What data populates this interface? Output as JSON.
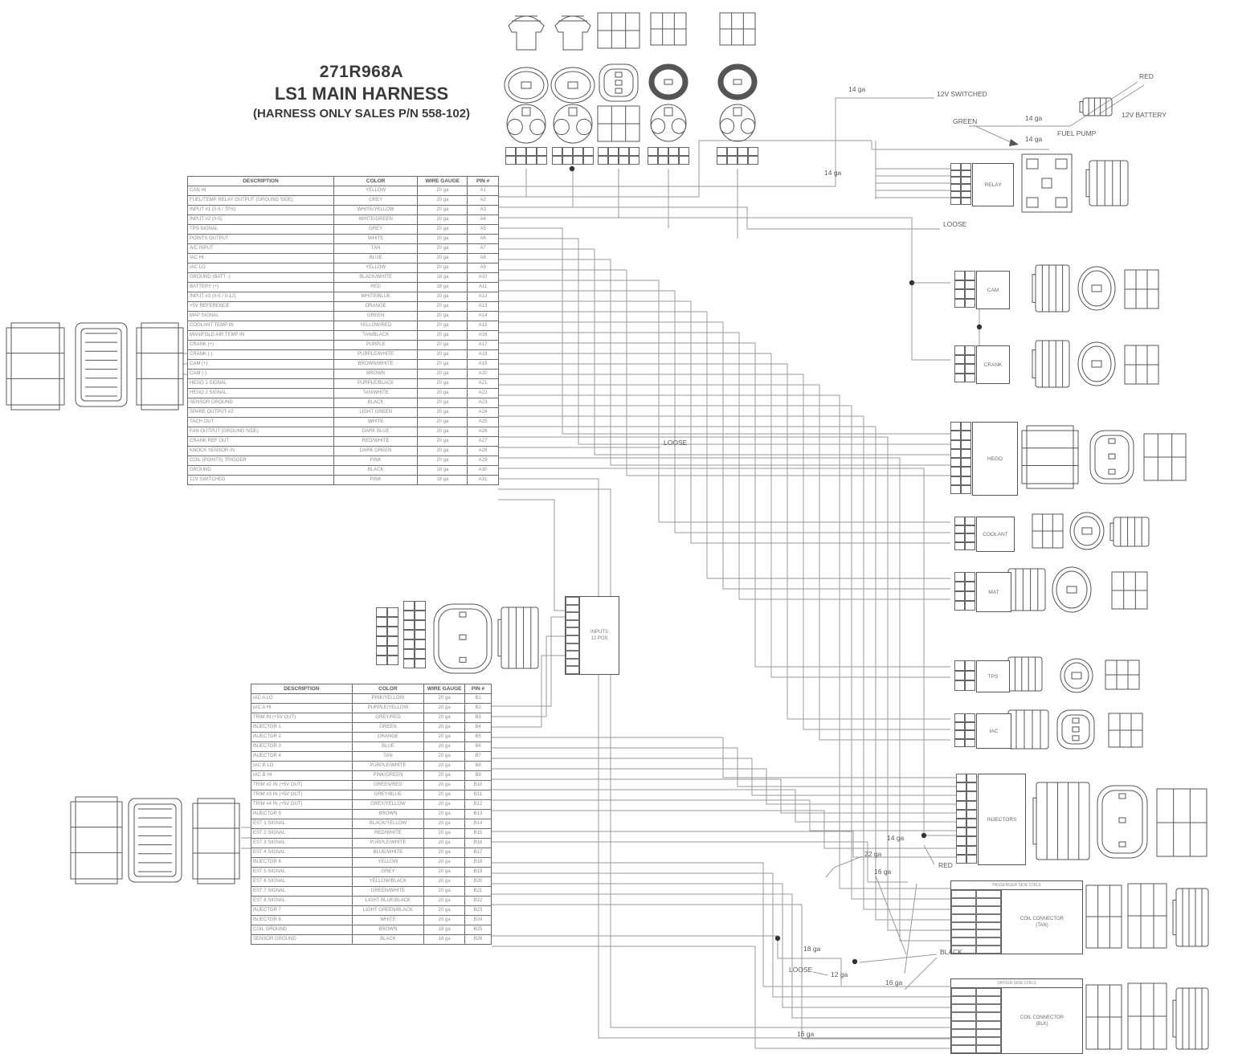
{
  "title": {
    "line1": "271R968A",
    "line2": "LS1 MAIN HARNESS",
    "line3": "(HARNESS ONLY SALES P/N 558-102)"
  },
  "tables": {
    "upper": {
      "headers": [
        "DESCRIPTION",
        "COLOR",
        "WIRE GAUGE",
        "PIN #"
      ],
      "rows": [
        [
          "CAN HI",
          "YELLOW",
          "20 ga",
          "A1"
        ],
        [
          "FUEL/TEMP RELAY OUTPUT (GROUND SIDE)",
          "GREY",
          "20 ga",
          "A2"
        ],
        [
          "INPUT #1 (0-5 / TPS)",
          "WHITE/YELLOW",
          "20 ga",
          "A3"
        ],
        [
          "INPUT #2 (0-5)",
          "WHITE/GREEN",
          "20 ga",
          "A4"
        ],
        [
          "TPS SIGNAL",
          "GREY",
          "20 ga",
          "A5"
        ],
        [
          "POINTS OUTPUT",
          "WHITE",
          "20 ga",
          "A6"
        ],
        [
          "A/C INPUT",
          "TAN",
          "20 ga",
          "A7"
        ],
        [
          "IAC HI",
          "BLUE",
          "20 ga",
          "A8"
        ],
        [
          "IAC LO",
          "YELLOW",
          "20 ga",
          "A9"
        ],
        [
          "GROUND (BATT -)",
          "BLACK/WHITE",
          "18 ga",
          "A10"
        ],
        [
          "BATTERY (+)",
          "RED",
          "18 ga",
          "A11"
        ],
        [
          "INPUT #3 (0-5 / 0-12)",
          "WHITE/BLUE",
          "20 ga",
          "A12"
        ],
        [
          "+5V REFERENCE",
          "ORANGE",
          "20 ga",
          "A13"
        ],
        [
          "MAP SIGNAL",
          "GREEN",
          "20 ga",
          "A14"
        ],
        [
          "COOLANT TEMP IN",
          "YELLOW/RED",
          "20 ga",
          "A15"
        ],
        [
          "MANIFOLD AIR TEMP IN",
          "TAN/BLACK",
          "20 ga",
          "A16"
        ],
        [
          "CRANK (+)",
          "PURPLE",
          "20 ga",
          "A17"
        ],
        [
          "CRANK (-)",
          "PURPLE/WHITE",
          "20 ga",
          "A18"
        ],
        [
          "CAM (+)",
          "BROWN/WHITE",
          "20 ga",
          "A19"
        ],
        [
          "CAM (-)",
          "BROWN",
          "20 ga",
          "A20"
        ],
        [
          "HEGO 1 SIGNAL",
          "PURPLE/BLACK",
          "20 ga",
          "A21"
        ],
        [
          "HEGO 2 SIGNAL",
          "TAN/WHITE",
          "20 ga",
          "A22"
        ],
        [
          "SENSOR GROUND",
          "BLACK",
          "20 ga",
          "A23"
        ],
        [
          "SPARE OUTPUT #2",
          "LIGHT GREEN",
          "20 ga",
          "A24"
        ],
        [
          "TACH OUT",
          "WHITE",
          "20 ga",
          "A25"
        ],
        [
          "FAN OUTPUT (GROUND SIDE)",
          "DARK BLUE",
          "20 ga",
          "A26"
        ],
        [
          "CRANK REF OUT",
          "RED/WHITE",
          "20 ga",
          "A27"
        ],
        [
          "KNOCK SENSOR IN",
          "DARK GREEN",
          "20 ga",
          "A28"
        ],
        [
          "COIL (POINTS) TRIGGER",
          "PINK",
          "20 ga",
          "A29"
        ],
        [
          "GROUND",
          "BLACK",
          "18 ga",
          "A30"
        ],
        [
          "12V SWITCHED",
          "PINK",
          "18 ga",
          "A31"
        ]
      ]
    },
    "lower": {
      "headers": [
        "DESCRIPTION",
        "COLOR",
        "WIRE GAUGE",
        "PIN #"
      ],
      "rows": [
        [
          "IAC A LO",
          "PINK/YELLOW",
          "20 ga",
          "B1"
        ],
        [
          "IAC A HI",
          "PURPLE/YELLOW",
          "20 ga",
          "B2"
        ],
        [
          "TRIM IN (+5V OUT)",
          "GREY/RED",
          "20 ga",
          "B3"
        ],
        [
          "INJECTOR 1",
          "GREEN",
          "20 ga",
          "B4"
        ],
        [
          "INJECTOR 2",
          "ORANGE",
          "20 ga",
          "B5"
        ],
        [
          "INJECTOR 3",
          "BLUE",
          "20 ga",
          "B6"
        ],
        [
          "INJECTOR 4",
          "TAN",
          "20 ga",
          "B7"
        ],
        [
          "IAC B LO",
          "PURPLE/WHITE",
          "20 ga",
          "B8"
        ],
        [
          "IAC B HI",
          "PINK/GREEN",
          "20 ga",
          "B9"
        ],
        [
          "TRIM #2 IN (+5V OUT)",
          "GREEN/RED",
          "20 ga",
          "B10"
        ],
        [
          "TRIM #3 IN (+5V OUT)",
          "GREY/BLUE",
          "20 ga",
          "B11"
        ],
        [
          "TRIM #4 IN (+5V OUT)",
          "GREY/YELLOW",
          "20 ga",
          "B12"
        ],
        [
          "INJECTOR 5",
          "BROWN",
          "20 ga",
          "B13"
        ],
        [
          "EST 1 SIGNAL",
          "BLACK/YELLOW",
          "20 ga",
          "B14"
        ],
        [
          "EST 2 SIGNAL",
          "RED/WHITE",
          "20 ga",
          "B15"
        ],
        [
          "EST 3 SIGNAL",
          "PURPLE/WHITE",
          "20 ga",
          "B16"
        ],
        [
          "EST 4 SIGNAL",
          "BLUE/WHITE",
          "20 ga",
          "B17"
        ],
        [
          "INJECTOR 6",
          "YELLOW",
          "20 ga",
          "B18"
        ],
        [
          "EST 5 SIGNAL",
          "GREY",
          "20 ga",
          "B19"
        ],
        [
          "EST 6 SIGNAL",
          "YELLOW/BLACK",
          "20 ga",
          "B20"
        ],
        [
          "EST 7 SIGNAL",
          "GREEN/WHITE",
          "20 ga",
          "B21"
        ],
        [
          "EST 8 SIGNAL",
          "LIGHT BLUE/BLACK",
          "20 ga",
          "B22"
        ],
        [
          "INJECTOR 7",
          "LIGHT GREEN/BLACK",
          "20 ga",
          "B23"
        ],
        [
          "INJECTOR 8",
          "WHITE",
          "20 ga",
          "B24"
        ],
        [
          "COIL GROUND",
          "BROWN",
          "18 ga",
          "B25"
        ],
        [
          "SENSOR GROUND",
          "BLACK",
          "18 ga",
          "B26"
        ]
      ]
    }
  },
  "connectors": {
    "right_labels": [
      "RELAY",
      "CAM",
      "CRANK",
      "HEGO",
      "COOLANT",
      "MAT",
      "TPS",
      "IAC",
      "INJECTORS"
    ],
    "coil_blocks": [
      {
        "header": "PASSENGER SIDE COILS",
        "label": "COIL CONNECTOR\n(TAN)"
      },
      {
        "header": "DRIVER SIDE COILS",
        "label": "COIL CONNECTOR\n(BLK)"
      }
    ],
    "inputs_box": "INPUTS\n12 POS"
  },
  "labels": [
    {
      "id": "g1",
      "text": "14 ga"
    },
    {
      "id": "sw12v",
      "text": "12V SWITCHED"
    },
    {
      "id": "redtop",
      "text": "RED"
    },
    {
      "id": "green",
      "text": "GREEN"
    },
    {
      "id": "g2",
      "text": "14 ga"
    },
    {
      "id": "batt",
      "text": "12V BATTERY"
    },
    {
      "id": "g3",
      "text": "14 ga"
    },
    {
      "id": "fpump",
      "text": "FUEL PUMP"
    },
    {
      "id": "g4",
      "text": "14 ga"
    },
    {
      "id": "loose1",
      "text": "LOOSE"
    },
    {
      "id": "loose2",
      "text": "LOOSE"
    },
    {
      "id": "g5",
      "text": "14 ga"
    },
    {
      "id": "redbot",
      "text": "RED"
    },
    {
      "id": "g22",
      "text": "22 ga"
    },
    {
      "id": "g16a",
      "text": "16 ga"
    },
    {
      "id": "g18",
      "text": "18 ga"
    },
    {
      "id": "loose3",
      "text": "LOOSE"
    },
    {
      "id": "g12",
      "text": "12 ga"
    },
    {
      "id": "g16b",
      "text": "16 ga"
    },
    {
      "id": "black",
      "text": "BLACK"
    },
    {
      "id": "g16c",
      "text": "16 ga"
    }
  ]
}
